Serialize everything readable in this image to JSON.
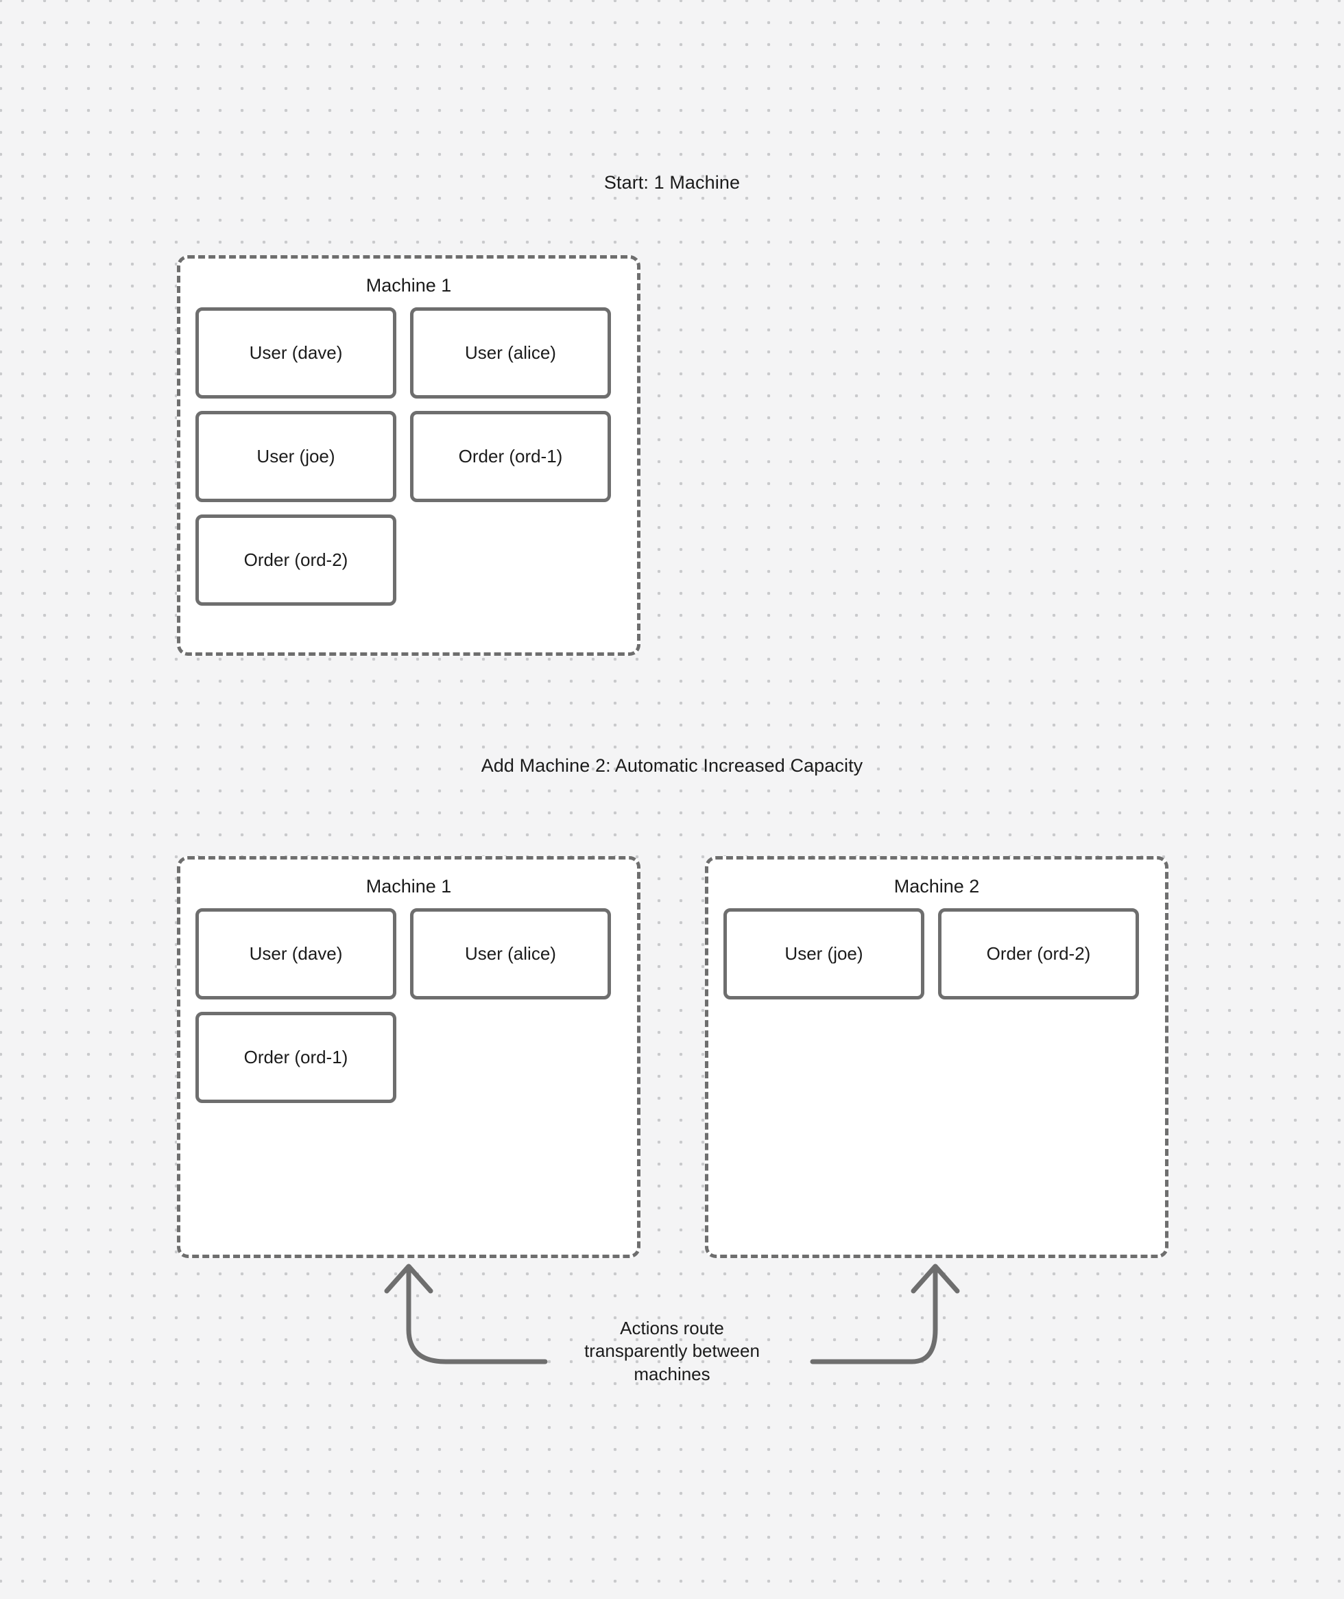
{
  "diagram": {
    "background_color": "#f4f4f5",
    "dot_color": "#c9cacc",
    "stroke_color": "#6e6e6e",
    "text_color": "#1b1b1b",
    "node_fill": "#ffffff"
  },
  "sections": [
    {
      "id": "section-1",
      "title": "Start: 1 Machine",
      "machines": [
        {
          "id": "s1-m1",
          "title": "Machine 1",
          "nodes": [
            {
              "label": "User (dave)"
            },
            {
              "label": "User (alice)"
            },
            {
              "label": "User (joe)"
            },
            {
              "label": "Order (ord-1)"
            },
            {
              "label": "Order (ord-2)"
            }
          ]
        }
      ]
    },
    {
      "id": "section-2",
      "title": "Add Machine 2: Automatic Increased Capacity",
      "machines": [
        {
          "id": "s2-m1",
          "title": "Machine 1",
          "nodes": [
            {
              "label": "User (dave)"
            },
            {
              "label": "User (alice)"
            },
            {
              "label": "Order (ord-1)"
            }
          ]
        },
        {
          "id": "s2-m2",
          "title": "Machine 2",
          "nodes": [
            {
              "label": "User (joe)"
            },
            {
              "label": "Order (ord-2)"
            }
          ]
        }
      ]
    }
  ],
  "connector": {
    "label_line_1": "Actions route",
    "label_line_2": "transparently between",
    "label_line_3": "machines",
    "label_full": "Actions route transparently between machines"
  }
}
